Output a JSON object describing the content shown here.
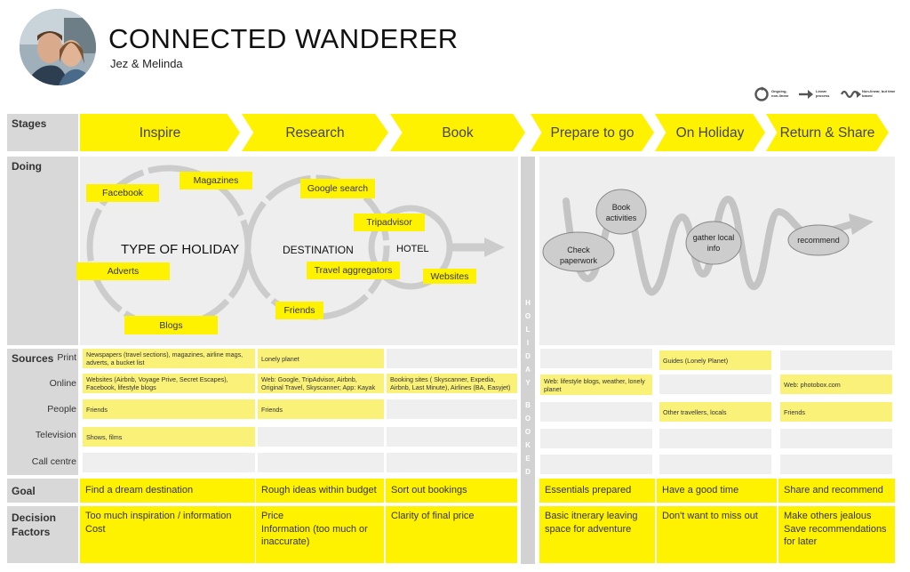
{
  "header": {
    "title": "CONNECTED WANDERER",
    "subtitle": "Jez & Melinda"
  },
  "legend": {
    "items": [
      {
        "icon": "cycle-icon",
        "label": "Ongoing, non-linear"
      },
      {
        "icon": "arrow-right-icon",
        "label": "Linear process"
      },
      {
        "icon": "wave-icon",
        "label": "Non-linear, but time based"
      }
    ]
  },
  "rows": {
    "stages": "Stages",
    "doing": "Doing",
    "sources": "Sources",
    "goal": "Goal",
    "decision": "Decision Factors"
  },
  "stages": [
    "Inspire",
    "Research",
    "Book",
    "Prepare to go",
    "On Holiday",
    "Return & Share"
  ],
  "divider_letters": [
    "H",
    "O",
    "L",
    "I",
    "D",
    "A",
    "Y",
    "B",
    "O",
    "O",
    "K",
    "E",
    "D"
  ],
  "doing": {
    "circles": {
      "type_of_holiday": "TYPE OF HOLIDAY",
      "destination": "DESTINATION",
      "hotel": "HOTEL"
    },
    "tags": {
      "facebook": "Facebook",
      "magazines": "Magazines",
      "adverts": "Adverts",
      "blogs": "Blogs",
      "google_search": "Google search",
      "tripadvisor": "Tripadvisor",
      "travel_aggregators": "Travel aggregators",
      "friends": "Friends",
      "websites": "Websites"
    },
    "bubbles": {
      "check_paperwork": "Check paperwork",
      "book_activities": "Book activities",
      "gather_local_info": "gather local info",
      "recommend": "recommend"
    }
  },
  "source_types": [
    "Print",
    "Online",
    "People",
    "Television",
    "Call centre"
  ],
  "sources": {
    "inspire": {
      "print": "Newspapers (travel sections), magazines, airline mags, adverts, a bucket list",
      "online": "Websites (Airbnb, Voyage Prive, Secret Escapes), Facebook, lifestyle blogs",
      "people": "Friends",
      "television": "Shows, films"
    },
    "research": {
      "print": "Lonely planet",
      "online": "Web: Google, TripAdvisor, Airbnb, Original Travel, Skyscanner; App: Kayak",
      "people": "Friends"
    },
    "book": {
      "online": "Booking sites ( Skyscanner, Expedia, Airbnb, Last Minute), Airlines (BA, Easyjet)"
    },
    "prepare": {
      "online": "Web: lifestyle blogs, weather, lonely planet"
    },
    "holiday": {
      "print": "Guides (Lonely Planet)",
      "people": "Other travellers, locals"
    },
    "return": {
      "online": "Web: photobox.com",
      "people": "Friends"
    }
  },
  "goals": [
    "Find a dream destination",
    "Rough ideas within budget",
    "Sort out bookings",
    "Essentials prepared",
    "Have a good time",
    "Share and recommend"
  ],
  "decision_factors": [
    [
      "Too much inspiration / information",
      "Cost"
    ],
    [
      "Price",
      "Information (too much or inaccurate)"
    ],
    [
      "Clarity of final price"
    ],
    [
      "Basic itnerary leaving space for adventure"
    ],
    [
      "Don't want to miss out"
    ],
    [
      "Make others jealous",
      "Save recommendations for later"
    ]
  ],
  "colors": {
    "accent": "#fff200",
    "accent_light": "#faf179",
    "panel": "#eeeeee",
    "label_bg": "#d8d8d8",
    "ring": "#c8c8c8"
  }
}
